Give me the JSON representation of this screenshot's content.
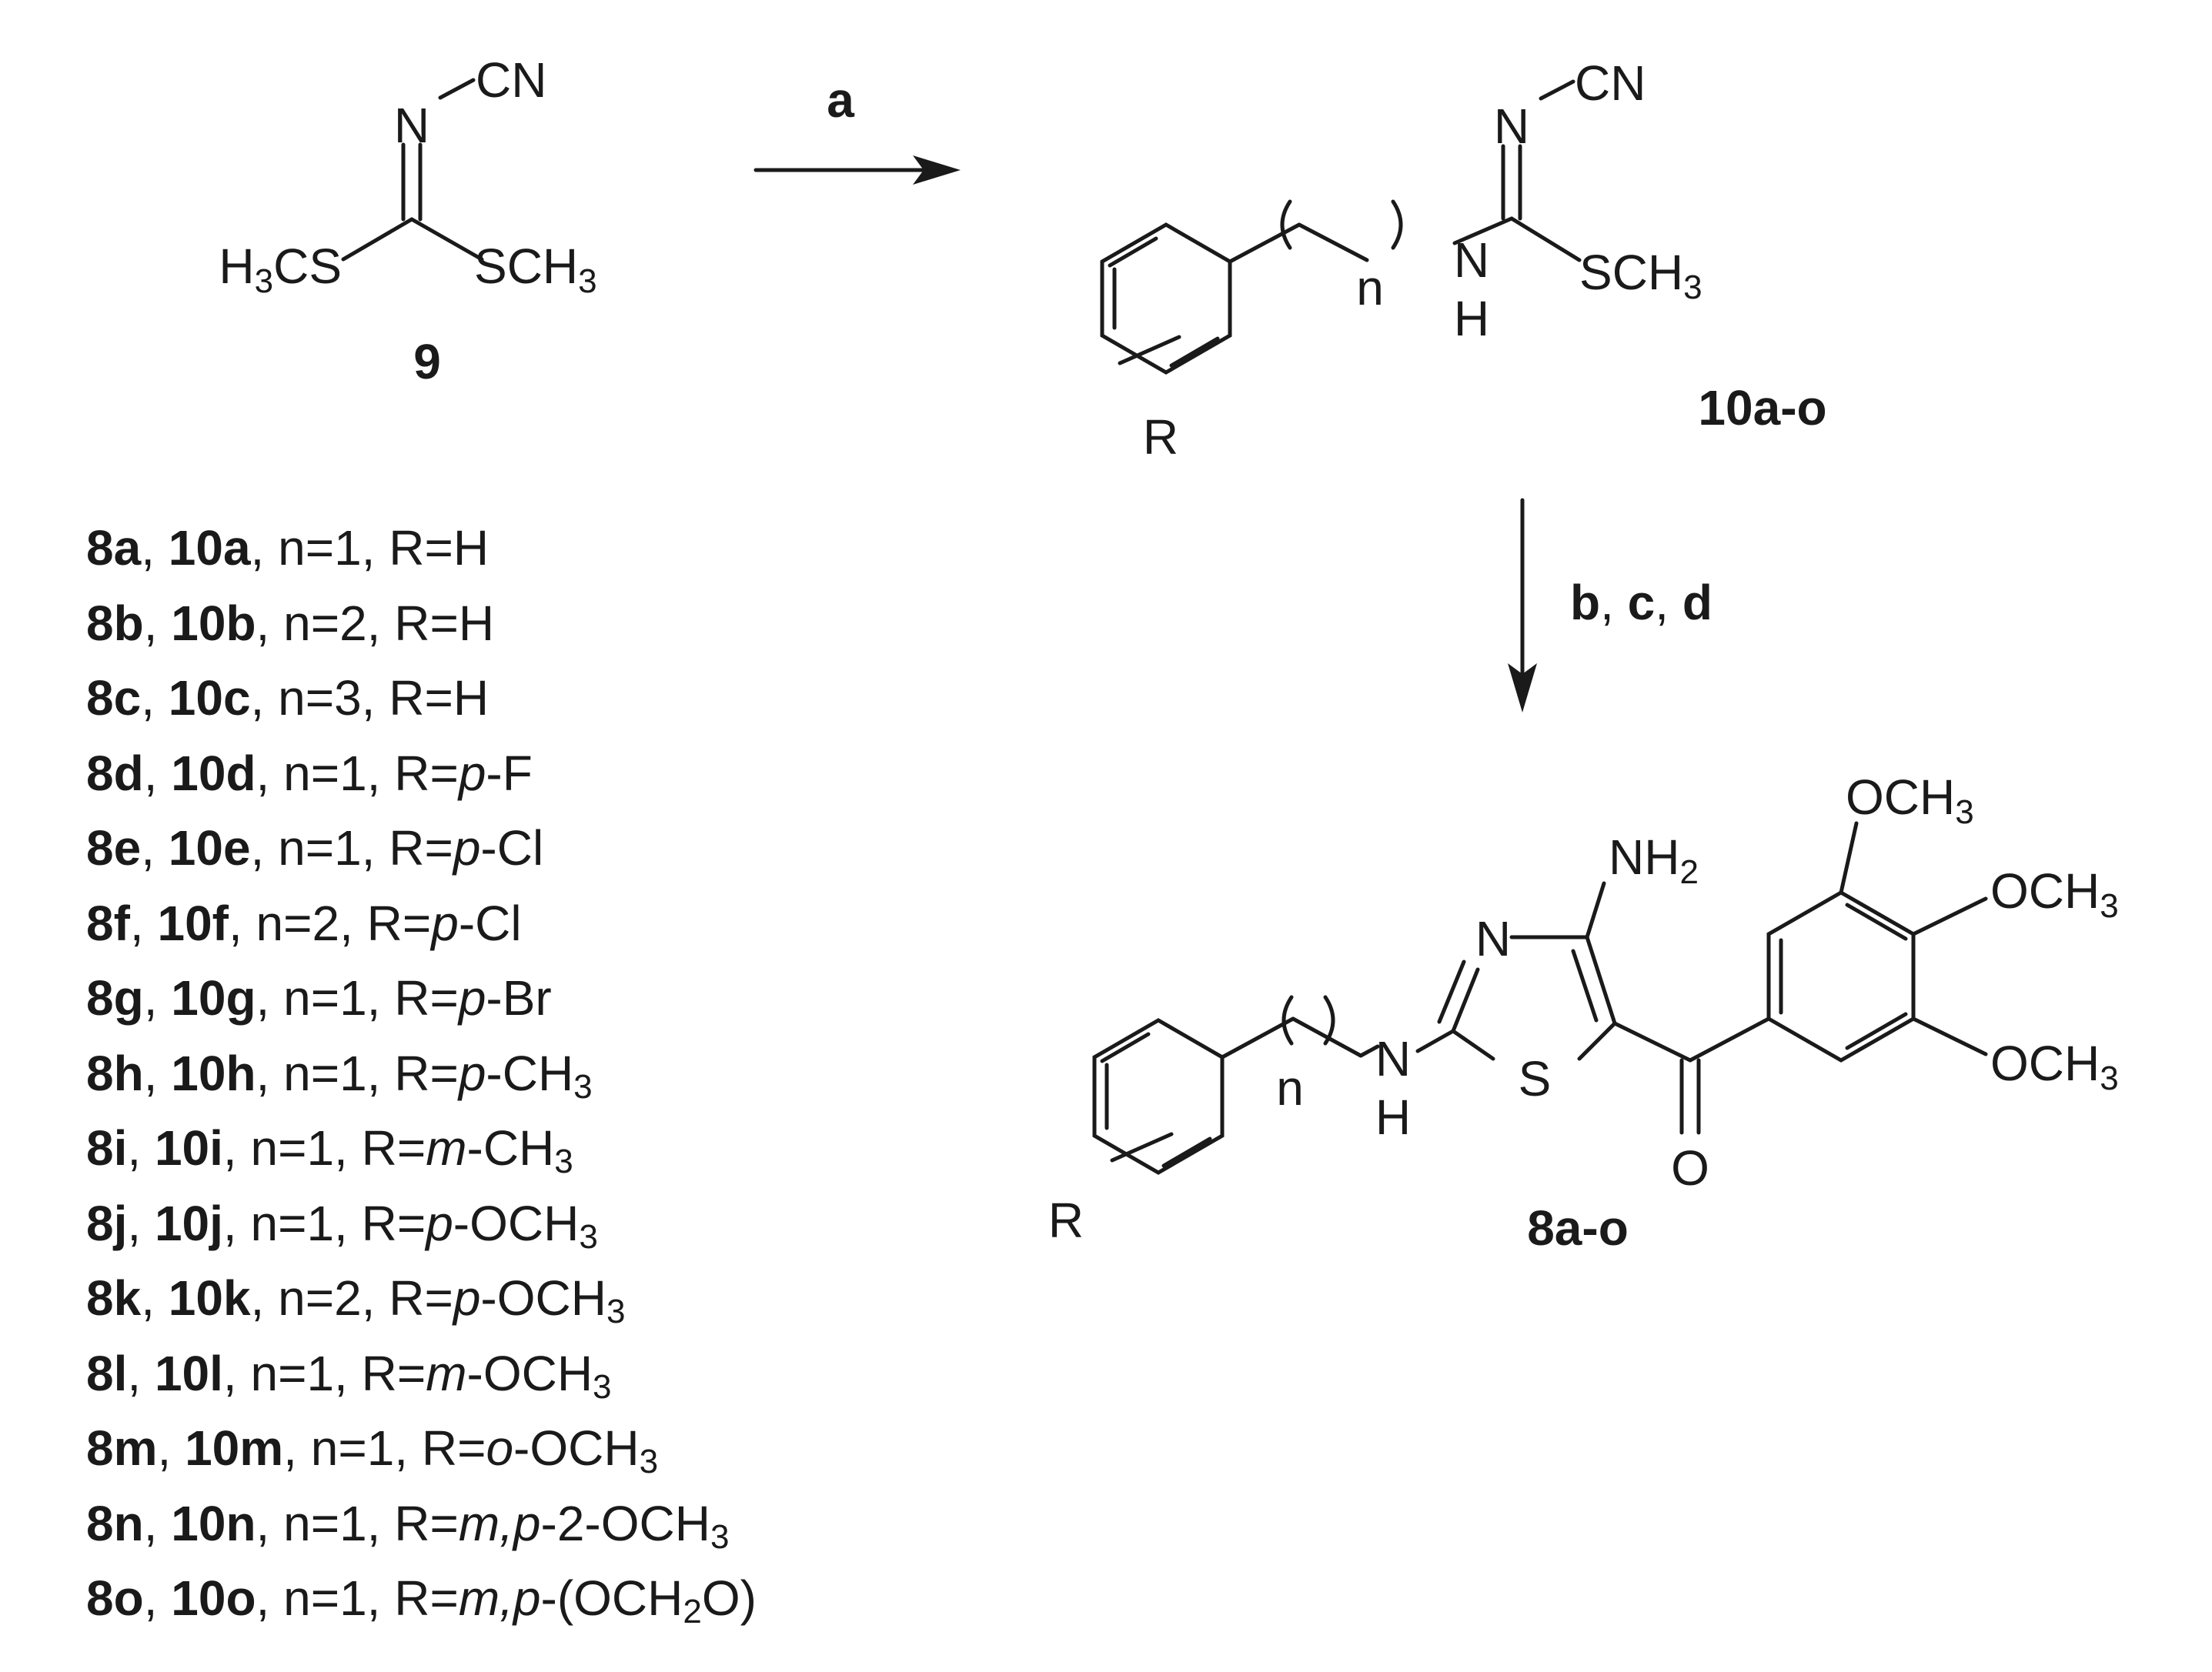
{
  "reagent9": {
    "cn": "CN",
    "n": "N",
    "left_group_main": "H",
    "left_group_sub": "3",
    "left_group_tail": "CS",
    "right_group_main": "SCH",
    "right_group_sub": "3",
    "label": "9"
  },
  "intermediate10": {
    "cn": "CN",
    "n_top": "N",
    "n_mid": "N",
    "h": "H",
    "repeat_n": "n",
    "r": "R",
    "s_group_main": "SCH",
    "s_group_sub": "3",
    "label": "10a-o"
  },
  "product8": {
    "nh2_main": "NH",
    "nh2_sub": "2",
    "ring_n": "N",
    "ring_s": "S",
    "amine_n": "N",
    "amine_h": "H",
    "repeat_n": "n",
    "r": "R",
    "carbonyl_o": "O",
    "och3_top_main": "OCH",
    "och3_top_sub": "3",
    "och3_mid_main": "OCH",
    "och3_mid_sub": "3",
    "och3_bot_main": "OCH",
    "och3_bot_sub": "3",
    "label": "8a-o"
  },
  "arrows": {
    "step1_label": "a",
    "step2_bold_1": "b",
    "step2_sep_1": ", ",
    "step2_bold_2": "c",
    "step2_sep_2": ", ",
    "step2_bold_3": "d"
  },
  "substituents": [
    {
      "c8": "8a",
      "c10": "10a",
      "n": "n=1",
      "r_pre": "R=H",
      "r_it": "",
      "r_main": "",
      "r_sub": "",
      "r_end": ""
    },
    {
      "c8": "8b",
      "c10": "10b",
      "n": "n=2",
      "r_pre": "R=H",
      "r_it": "",
      "r_main": "",
      "r_sub": "",
      "r_end": ""
    },
    {
      "c8": "8c",
      "c10": "10c",
      "n": "n=3",
      "r_pre": "R=H",
      "r_it": "",
      "r_main": "",
      "r_sub": "",
      "r_end": ""
    },
    {
      "c8": "8d",
      "c10": "10d",
      "n": "n=1",
      "r_pre": "R=",
      "r_it": "p",
      "r_main": "-F",
      "r_sub": "",
      "r_end": ""
    },
    {
      "c8": "8e",
      "c10": "10e",
      "n": "n=1",
      "r_pre": "R=",
      "r_it": "p",
      "r_main": "-Cl",
      "r_sub": "",
      "r_end": ""
    },
    {
      "c8": "8f",
      "c10": "10f",
      "n": "n=2",
      "r_pre": "R=",
      "r_it": "p",
      "r_main": "-Cl",
      "r_sub": "",
      "r_end": ""
    },
    {
      "c8": "8g",
      "c10": "10g",
      "n": "n=1",
      "r_pre": "R=",
      "r_it": "p",
      "r_main": "-Br",
      "r_sub": "",
      "r_end": ""
    },
    {
      "c8": "8h",
      "c10": "10h",
      "n": "n=1",
      "r_pre": "R=",
      "r_it": "p",
      "r_main": "-CH",
      "r_sub": "3",
      "r_end": ""
    },
    {
      "c8": "8i",
      "c10": "10i",
      "n": "n=1",
      "r_pre": "R=",
      "r_it": "m",
      "r_main": "-CH",
      "r_sub": "3",
      "r_end": ""
    },
    {
      "c8": "8j",
      "c10": "10j",
      "n": "n=1",
      "r_pre": "R=",
      "r_it": "p",
      "r_main": "-OCH",
      "r_sub": "3",
      "r_end": ""
    },
    {
      "c8": "8k",
      "c10": "10k",
      "n": "n=2",
      "r_pre": "R=",
      "r_it": "p",
      "r_main": "-OCH",
      "r_sub": "3",
      "r_end": ""
    },
    {
      "c8": "8l",
      "c10": "10l",
      "n": "n=1",
      "r_pre": "R=",
      "r_it": "m",
      "r_main": "-OCH",
      "r_sub": "3",
      "r_end": ""
    },
    {
      "c8": "8m",
      "c10": "10m",
      "n": "n=1",
      "r_pre": "R=",
      "r_it": "o",
      "r_main": "-OCH",
      "r_sub": "3",
      "r_end": ""
    },
    {
      "c8": "8n",
      "c10": "10n",
      "n": "n=1",
      "r_pre": "R=",
      "r_it": "m,p",
      "r_main": "-2-OCH",
      "r_sub": "3",
      "r_end": ""
    },
    {
      "c8": "8o",
      "c10": "10o",
      "n": "n=1",
      "r_pre": "R=",
      "r_it": "m,p",
      "r_main": "-(OCH",
      "r_sub": "2",
      "r_end": "O)"
    }
  ]
}
